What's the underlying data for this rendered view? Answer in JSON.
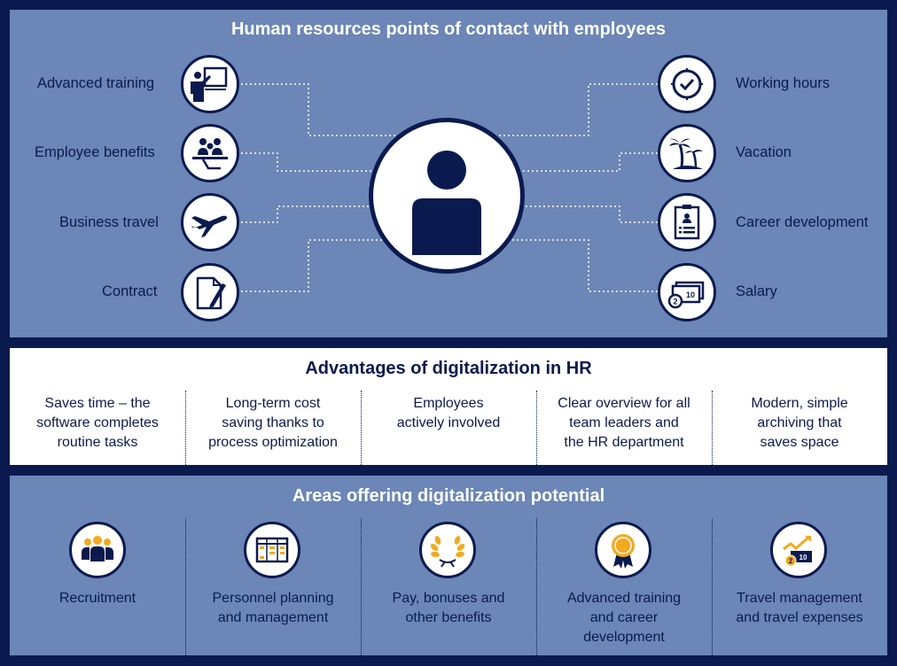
{
  "contact": {
    "title": "Human resources points of contact with employees",
    "left_items": [
      {
        "label": "Advanced training",
        "icon": "training-board-icon"
      },
      {
        "label": "Employee benefits",
        "icon": "benefits-tray-icon"
      },
      {
        "label": "Business travel",
        "icon": "airplane-icon"
      },
      {
        "label": "Contract",
        "icon": "contract-pen-icon"
      }
    ],
    "right_items": [
      {
        "label": "Working hours",
        "icon": "clock-icon"
      },
      {
        "label": "Vacation",
        "icon": "palm-tree-icon"
      },
      {
        "label": "Career development",
        "icon": "clipboard-profile-icon"
      },
      {
        "label": "Salary",
        "icon": "banknote-coin-icon"
      }
    ],
    "salary_note_value": "10",
    "salary_coin_value": "2"
  },
  "advantages": {
    "title": "Advantages of digitalization in HR",
    "items": [
      "Saves time – the\nsoftware completes\nroutine tasks",
      "Long-term cost\nsaving thanks to\nprocess optimization",
      "Employees\nactively involved",
      "Clear overview for all\nteam leaders and\nthe HR department",
      "Modern, simple\narchiving that\nsaves space"
    ]
  },
  "areas": {
    "title": "Areas offering digitalization potential",
    "items": [
      {
        "label": "Recruitment",
        "icon": "people-group-icon"
      },
      {
        "label": "Personnel planning\nand management",
        "icon": "planning-board-icon"
      },
      {
        "label": "Pay, bonuses and\nother benefits",
        "icon": "laurel-wreath-icon"
      },
      {
        "label": "Advanced training\nand career\ndevelopment",
        "icon": "award-rosette-icon"
      },
      {
        "label": "Travel management\nand travel expenses",
        "icon": "rising-money-icon"
      }
    ],
    "travel_note_value": "10",
    "travel_coin_value": "2"
  },
  "colors": {
    "navy": "#0b1a4e",
    "panel_blue": "#6b86b7",
    "accent_gold": "#f3a91f",
    "white": "#ffffff"
  }
}
